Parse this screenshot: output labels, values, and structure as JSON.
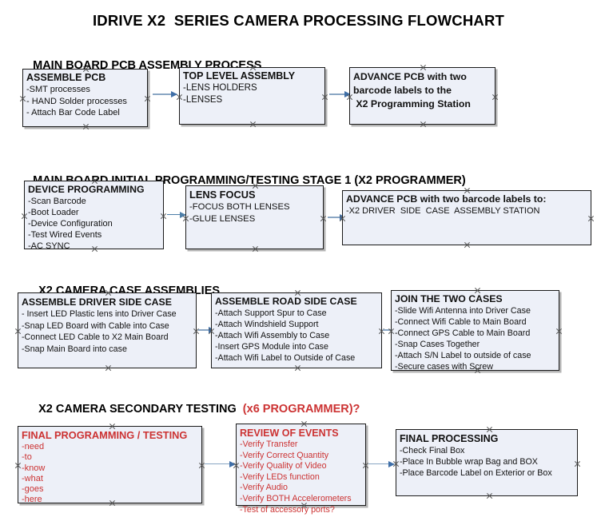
{
  "title": "IDRIVE X2  SERIES CAMERA PROCESSING FLOWCHART",
  "colors": {
    "node_fill": "#EDF0F8",
    "node_border": "#1A1A1A",
    "connector": "#8AA6C4",
    "arrowhead": "#3F6FA8",
    "red_text": "#CC3333",
    "black_text": "#111111"
  },
  "sections": [
    {
      "id": "main-board-pcb-assembly-process",
      "heading": "MAIN BOARD PCB ASSEMBLY PROCESS",
      "heading_red": "",
      "nodes": [
        {
          "id": "assemble-pcb",
          "head": "ASSEMBLE PCB",
          "lines": [
            "-SMT processes",
            "- HAND Solder processes",
            "- Attach Bar Code Label"
          ]
        },
        {
          "id": "top-level-assembly",
          "head": "TOP LEVEL ASSEMBLY",
          "lines": [
            "-LENS HOLDERS",
            "-LENSES"
          ]
        },
        {
          "id": "advance-pcb-to-x2-programming-station",
          "head": "ADVANCE PCB with two",
          "lines": [
            "barcode labels to the",
            " X2 Programming Station"
          ]
        }
      ]
    },
    {
      "id": "main-board-initial-programming-testing-stage-1",
      "heading": "MAIN BOARD INITIAL PROGRAMMING/TESTING STAGE 1 (X2 PROGRAMMER)",
      "heading_red": "",
      "nodes": [
        {
          "id": "device-programming",
          "head": "DEVICE PROGRAMMING",
          "lines": [
            "-Scan Barcode",
            "-Boot Loader",
            "-Device Configuration",
            "-Test Wired Events",
            "-AC SYNC"
          ]
        },
        {
          "id": "lens-focus",
          "head": "LENS FOCUS",
          "lines": [
            "-FOCUS BOTH LENSES",
            "-GLUE LENSES"
          ]
        },
        {
          "id": "advance-pcb-to-driver-side-case-assembly",
          "head": "ADVANCE PCB with two barcode labels to:",
          "lines": [
            "-X2 DRIVER  SIDE  CASE  ASSEMBLY STATION"
          ]
        }
      ]
    },
    {
      "id": "x2-camera-case-assemblies",
      "heading": "X2 CAMERA CASE ASSEMBLIES",
      "heading_red": "",
      "nodes": [
        {
          "id": "assemble-driver-side-case",
          "head": "ASSEMBLE DRIVER SIDE CASE",
          "lines": [
            "- Insert LED Plastic lens into Driver Case",
            "-Snap LED Board with Cable into Case",
            "-Connect LED Cable to X2 Main Board",
            "-Snap Main Board into case"
          ]
        },
        {
          "id": "assemble-road-side-case",
          "head": "ASSEMBLE ROAD SIDE CASE",
          "lines": [
            "-Attach Support Spur to Case",
            "-Attach Windshield Support",
            "-Attach Wifi Assembly to Case",
            "-Insert GPS Module into Case",
            "-Attach Wifi Label to Outside of Case"
          ]
        },
        {
          "id": "join-the-two-cases",
          "head": "JOIN THE TWO CASES",
          "lines": [
            "-Slide Wifi Antenna into Driver Case",
            "-Connect Wifi Cable to Main Board",
            "-Connect GPS Cable to Main Board",
            "-Snap Cases Together",
            "-Attach S/N Label to outside of case",
            "-Secure cases with Screw"
          ]
        }
      ]
    },
    {
      "id": "x2-camera-secondary-testing",
      "heading": "X2 CAMERA SECONDARY TESTING  ",
      "heading_red": "(x6 PROGRAMMER)?",
      "nodes": [
        {
          "id": "final-programming-testing",
          "head": "FINAL PROGRAMMING / TESTING",
          "lines": [
            "-need",
            "-to",
            "-know",
            "-what",
            "-goes",
            "-here"
          ]
        },
        {
          "id": "review-of-events",
          "head": "REVIEW OF EVENTS",
          "lines": [
            "-Verify Transfer",
            "-Verify Correct Quantity",
            "-Verify Quality of Video",
            "-Verify LEDs function",
            "-Verify Audio",
            "-Verify BOTH Accelerometers",
            "-Test of accessory ports?"
          ]
        },
        {
          "id": "final-processing",
          "head": "FINAL PROCESSING",
          "lines": [
            "-Check Final Box",
            "-Place In Bubble wrap Bag and BOX",
            "-Place Barcode Label on Exterior or Box"
          ]
        }
      ]
    }
  ]
}
